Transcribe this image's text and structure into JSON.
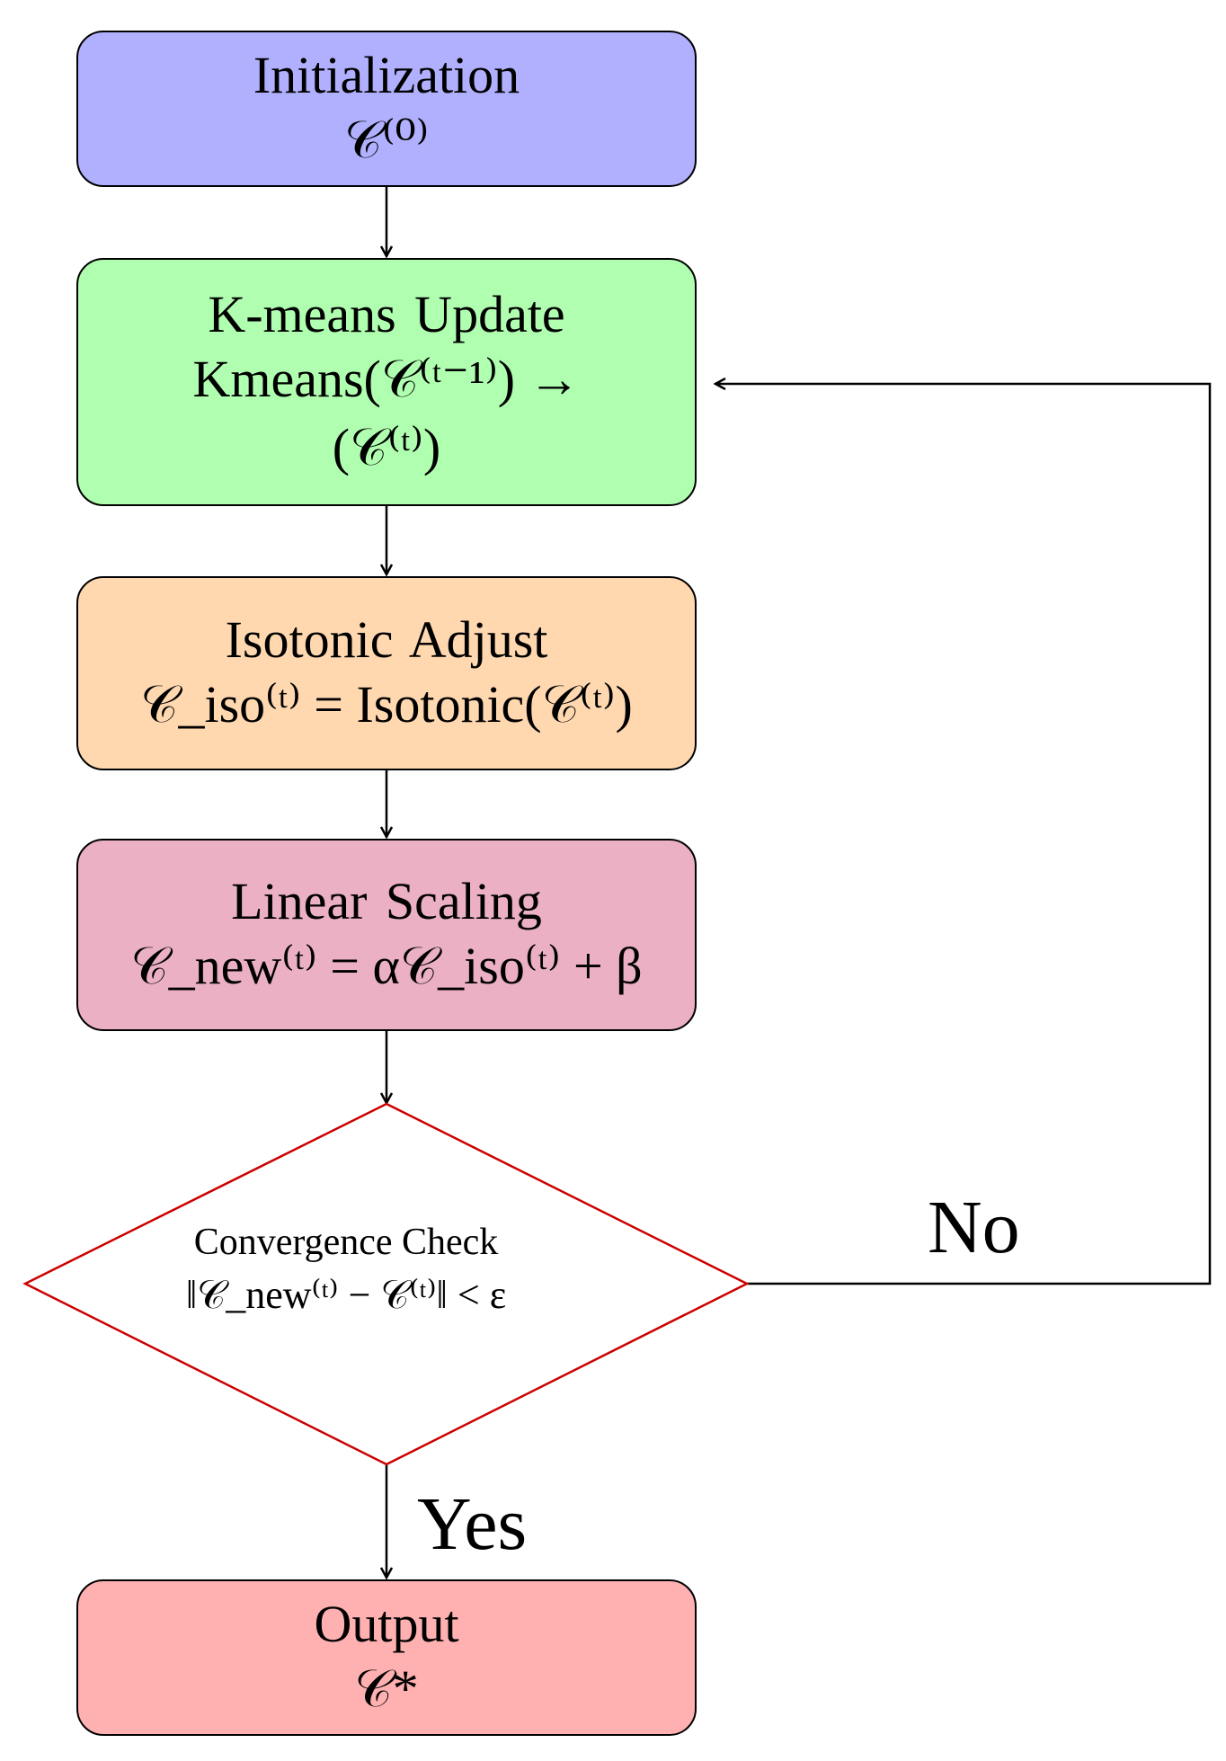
{
  "colors": {
    "init_fill": "#b0b0ff",
    "kmeans_fill": "#b0ffb0",
    "iso_fill": "#ffd8b0",
    "scale_fill": "#ebb0c4",
    "output_fill": "#ffb0b0",
    "decision_border": "#cc0000",
    "edge": "#000000"
  },
  "nodes": {
    "init": {
      "title": "Initialization",
      "formula": "𝒞⁽⁰⁾"
    },
    "kmeans": {
      "title": "K-means Update",
      "formula_line1": "Kmeans(𝒞⁽ᵗ⁻¹⁾) →",
      "formula_line2": "(𝒞⁽ᵗ⁾)"
    },
    "iso": {
      "title": "Isotonic Adjust",
      "formula": "𝒞_iso⁽ᵗ⁾ = Isotonic(𝒞⁽ᵗ⁾)"
    },
    "scale": {
      "title": "Linear Scaling",
      "formula": "𝒞_new⁽ᵗ⁾ = α𝒞_iso⁽ᵗ⁾ + β"
    },
    "decision": {
      "title": "Convergence Check",
      "formula": "‖𝒞_new⁽ᵗ⁾ − 𝒞⁽ᵗ⁾‖ < ε"
    },
    "output": {
      "title": "Output",
      "formula": "𝒞*"
    }
  },
  "edges": {
    "no_label": "No",
    "yes_label": "Yes"
  }
}
